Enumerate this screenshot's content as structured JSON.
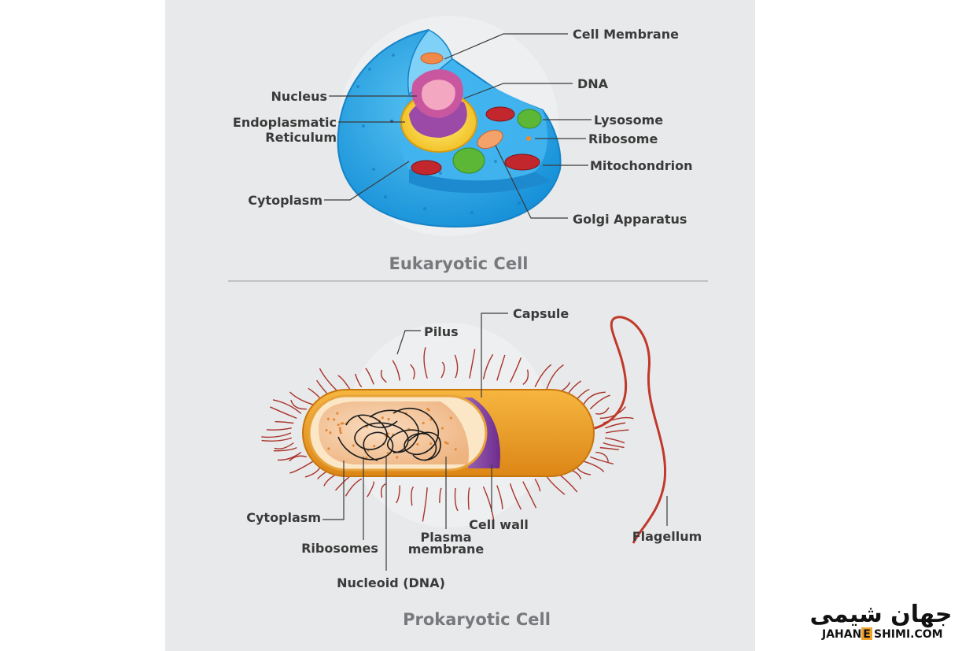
{
  "eukaryotic": {
    "title": "Eukaryotic Cell",
    "labels": {
      "cell_membrane": "Cell Membrane",
      "dna": "DNA",
      "nucleus": "Nucleus",
      "er_line1": "Endoplasmatic",
      "er_line2": "Reticulum",
      "lysosome": "Lysosome",
      "ribosome": "Ribosome",
      "mitochondrion": "Mitochondrion",
      "cytoplasm": "Cytoplasm",
      "golgi": "Golgi Apparatus"
    }
  },
  "prokaryotic": {
    "title": "Prokaryotic Cell",
    "labels": {
      "capsule": "Capsule",
      "pilus": "Pilus",
      "cytoplasm": "Cytoplasm",
      "ribosomes": "Ribosomes",
      "nucleoid": "Nucleoid (DNA)",
      "plasma_line1": "Plasma",
      "plasma_line2": "membrane",
      "cell_wall": "Cell wall",
      "flagellum": "Flagellum"
    }
  },
  "logo": {
    "persian": "جهان شیمی",
    "english_part1": "JAHAN",
    "english_letter": "E",
    "english_part2": "SHIMI.COM"
  },
  "colors": {
    "panel_bg": "#e8e9ea",
    "cell_blue": "#2aa6e8",
    "nucleus_yellow": "#f5d21f",
    "nucleus_purple": "#9b4aa8",
    "capsule_orange": "#f0a22a",
    "pili_red": "#a8322a",
    "plasma_purple": "#6e2c8e"
  }
}
